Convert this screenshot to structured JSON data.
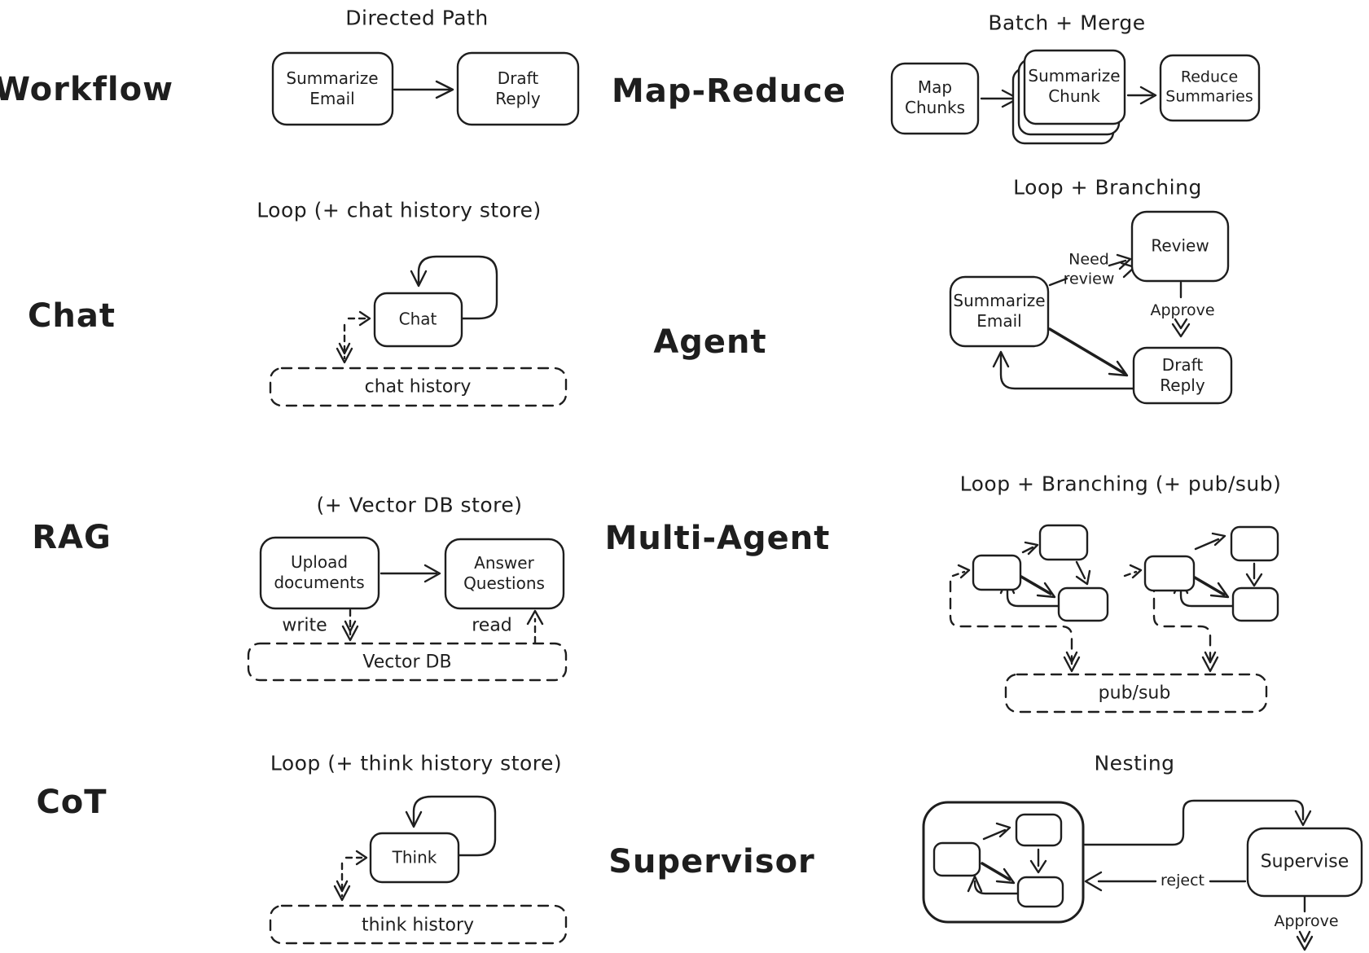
{
  "ink_color": "#1e1e1e",
  "background_color": "#ffffff",
  "sections": {
    "workflow": {
      "label": "Workflow",
      "title": "Directed Path",
      "nodes": {
        "summarize_email": "Summarize\nEmail",
        "draft_reply": "Draft\nReply"
      }
    },
    "map_reduce": {
      "label": "Map-Reduce",
      "title": "Batch + Merge",
      "nodes": {
        "map_chunks": "Map\nChunks",
        "summarize_chunk": "Summarize\nChunk",
        "reduce_summaries": "Reduce\nSummaries"
      }
    },
    "chat": {
      "label": "Chat",
      "title": "Loop (+ chat history store)",
      "nodes": {
        "chat": "Chat",
        "chat_history": "chat history"
      }
    },
    "agent": {
      "label": "Agent",
      "title": "Loop + Branching",
      "nodes": {
        "review": "Review",
        "summarize_email": "Summarize\nEmail",
        "draft_reply": "Draft\nReply"
      },
      "edges": {
        "need_review": "Need\nreview",
        "approve": "Approve"
      }
    },
    "rag": {
      "label": "RAG",
      "title": "(+ Vector DB store)",
      "nodes": {
        "upload_documents": "Upload\ndocuments",
        "answer_questions": "Answer\nQuestions",
        "vector_db": "Vector DB"
      },
      "edges": {
        "write": "write",
        "read": "read"
      }
    },
    "multi_agent": {
      "label": "Multi-Agent",
      "title": "Loop + Branching (+ pub/sub)",
      "nodes": {
        "pub_sub": "pub/sub"
      }
    },
    "cot": {
      "label": "CoT",
      "title": "Loop (+ think history store)",
      "nodes": {
        "think": "Think",
        "think_history": "think history"
      }
    },
    "supervisor": {
      "label": "Supervisor",
      "title": "Nesting",
      "nodes": {
        "supervise": "Supervise"
      },
      "edges": {
        "reject": "reject",
        "approve": "Approve"
      }
    }
  }
}
